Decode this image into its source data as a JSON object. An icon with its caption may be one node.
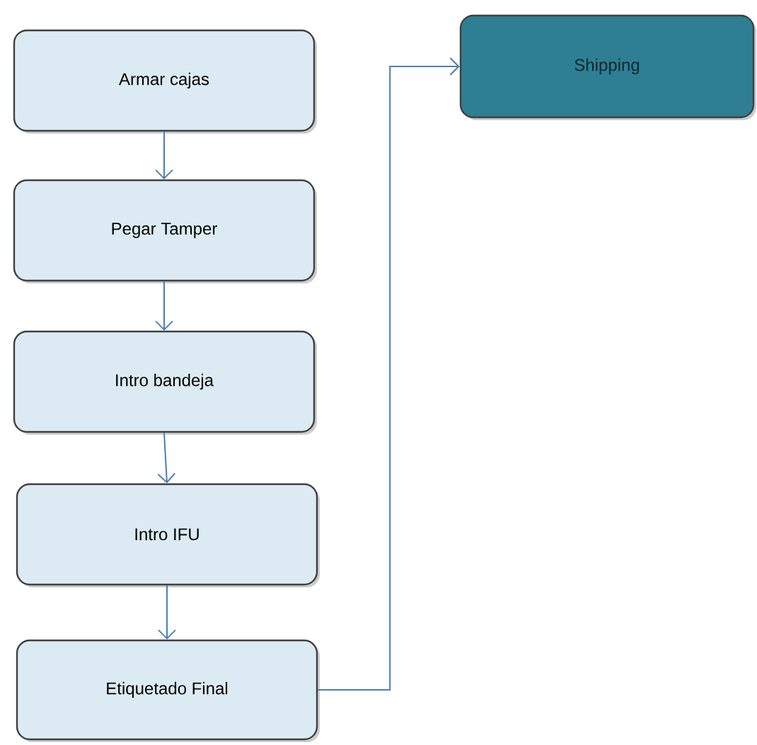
{
  "diagram": {
    "nodes": [
      {
        "text": [
          "Armar cajas"
        ]
      },
      {
        "text": [
          "Pegar Tamper"
        ]
      },
      {
        "text": [
          "Intro bandeja"
        ]
      },
      {
        "text": [
          "Intro IFU"
        ]
      },
      {
        "text": [
          "Etiquetado Final"
        ]
      },
      {
        "text": [
          "Shipping"
        ]
      }
    ],
    "edges": [
      {
        "from": 0,
        "to": 1,
        "arrow": "to"
      },
      {
        "from": 1,
        "to": 2,
        "arrow": "to"
      },
      {
        "from": 2,
        "to": 3,
        "arrow": "to"
      },
      {
        "from": 3,
        "to": 4,
        "arrow": "to"
      },
      {
        "from": 4,
        "to": 5,
        "arrow": "to"
      }
    ]
  }
}
